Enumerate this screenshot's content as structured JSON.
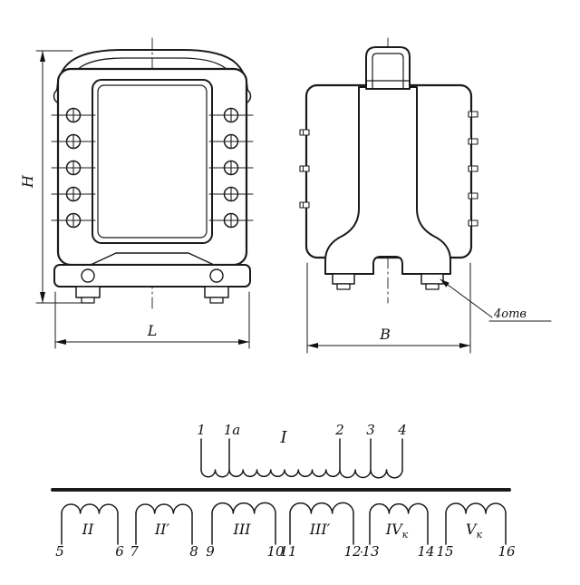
{
  "front_view": {
    "dim_height": "H",
    "dim_width": "L"
  },
  "side_view": {
    "dim_depth": "B",
    "holes_note": "4отв"
  },
  "schematic": {
    "primary": {
      "label": "I",
      "terminals": [
        "1",
        "1а",
        "2",
        "3",
        "4"
      ]
    },
    "separator_dot": "·",
    "secondaries": [
      {
        "label": "II",
        "sub": "",
        "t_left": "5",
        "t_right": "6"
      },
      {
        "label": "II′",
        "sub": "",
        "t_left": "7",
        "t_right": "8"
      },
      {
        "label": "III",
        "sub": "",
        "t_left": "9",
        "t_right": "10"
      },
      {
        "label": "III′",
        "sub": "",
        "t_left": "11",
        "t_right": "12"
      },
      {
        "label": "IV",
        "sub": "к",
        "t_left": "13",
        "t_right": "14"
      },
      {
        "label": "V",
        "sub": "к",
        "t_left": "15",
        "t_right": "16"
      }
    ]
  }
}
